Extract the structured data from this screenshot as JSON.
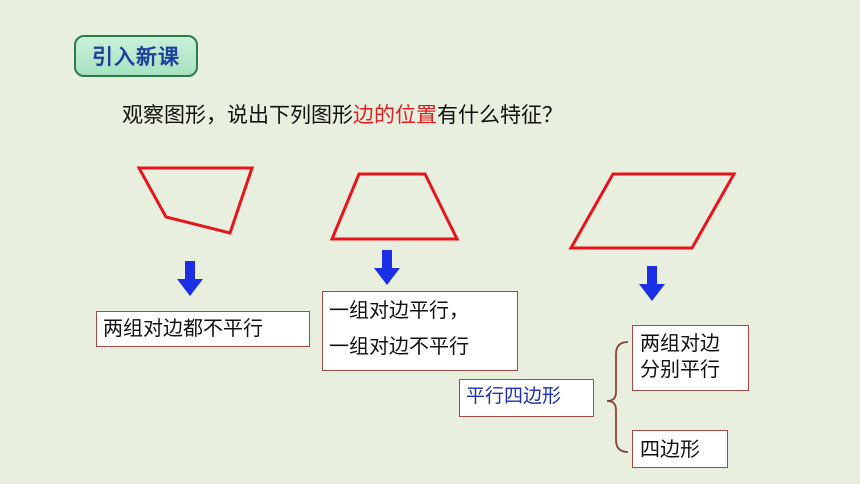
{
  "badge": {
    "label": "引入新课"
  },
  "question": {
    "before": "观察图形，说出下列图形",
    "highlight": "边的位置",
    "after": "有什么特征？"
  },
  "colors": {
    "shape_stroke": "#e8141c",
    "arrow": "#1a2fe6",
    "highlight": "#e02020",
    "term": "#1d2fb8"
  },
  "shapes": [
    "quadrilateral-shape",
    "trapezoid-shape",
    "parallelogram-shape"
  ],
  "labels": {
    "quad": "两组对边都不平行",
    "trap_line1": "一组对边平行，",
    "trap_line2": "一组对边不平行",
    "parallelogram_term": "平行四边形",
    "para_line1": "两组对边",
    "para_line2": "分别平行",
    "quadrilateral": "四边形"
  }
}
